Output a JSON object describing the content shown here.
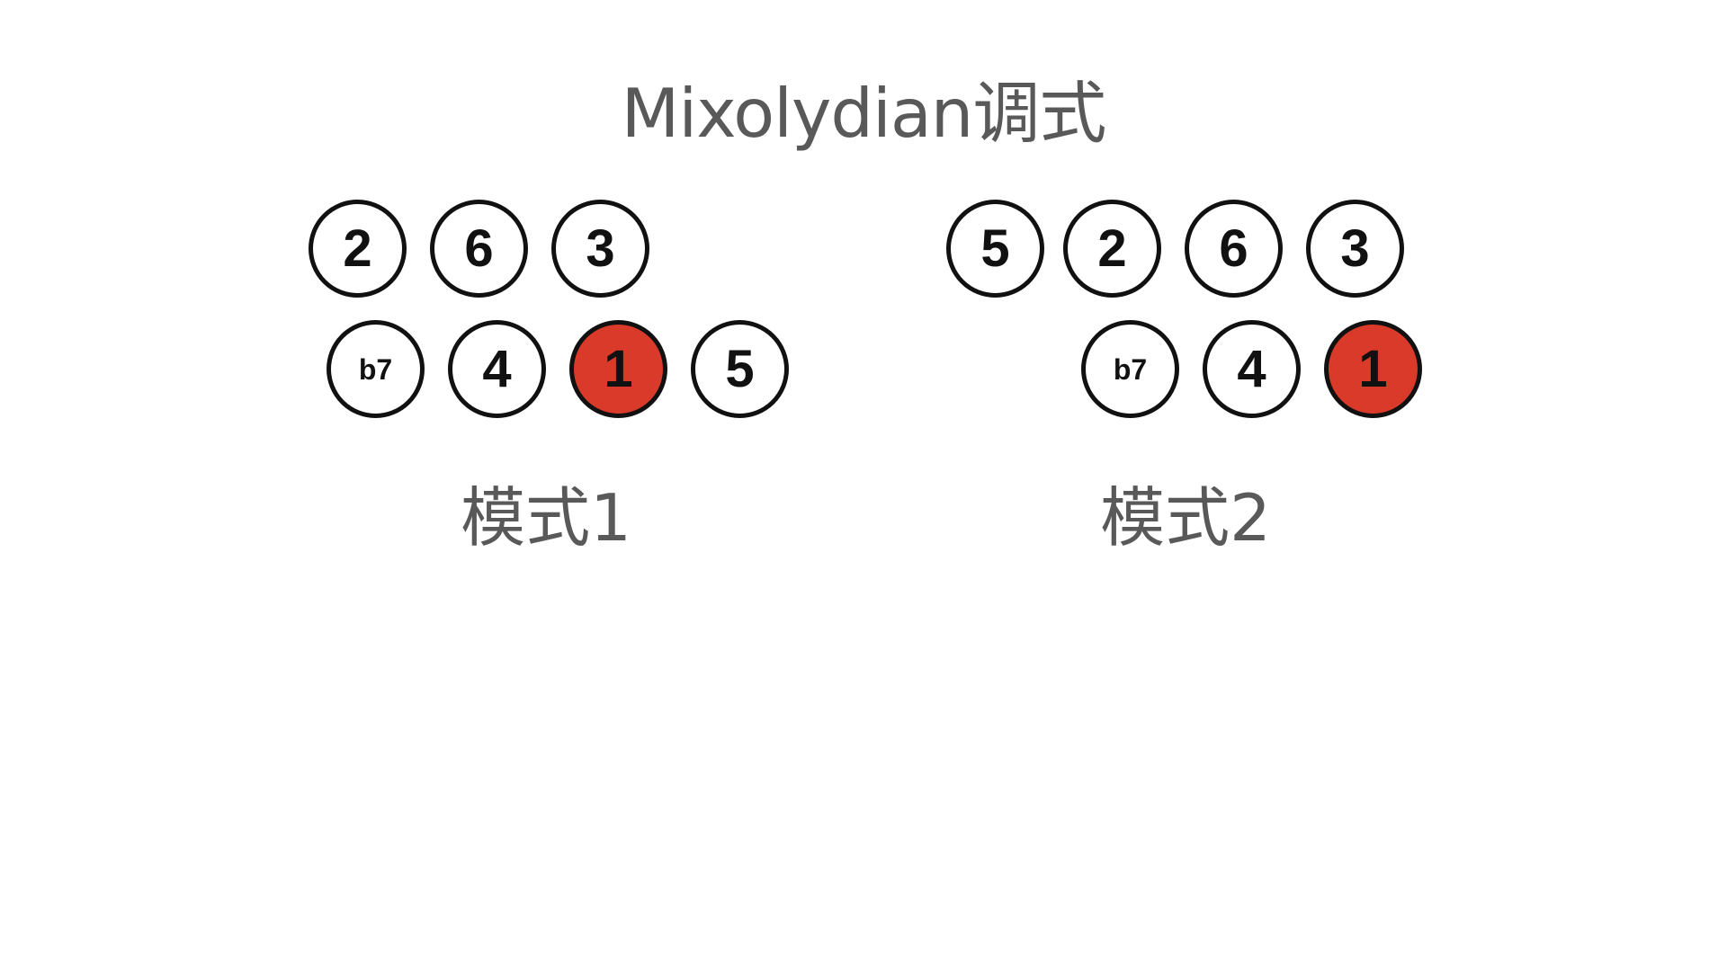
{
  "title": "Mixolydian调式",
  "colors": {
    "text_gray": "#595959",
    "circle_stroke": "#111111",
    "root_fill": "#d93a29",
    "note_fill": "#ffffff"
  },
  "pattern1": {
    "label": "模式1",
    "top_row": [
      "2",
      "6",
      "3"
    ],
    "bottom_row": [
      "b7",
      "4",
      "1",
      "5"
    ],
    "root_note": "1"
  },
  "pattern2": {
    "label": "模式2",
    "top_row": [
      "5",
      "2",
      "6",
      "3"
    ],
    "bottom_row": [
      "b7",
      "4",
      "1"
    ],
    "root_note": "1"
  }
}
